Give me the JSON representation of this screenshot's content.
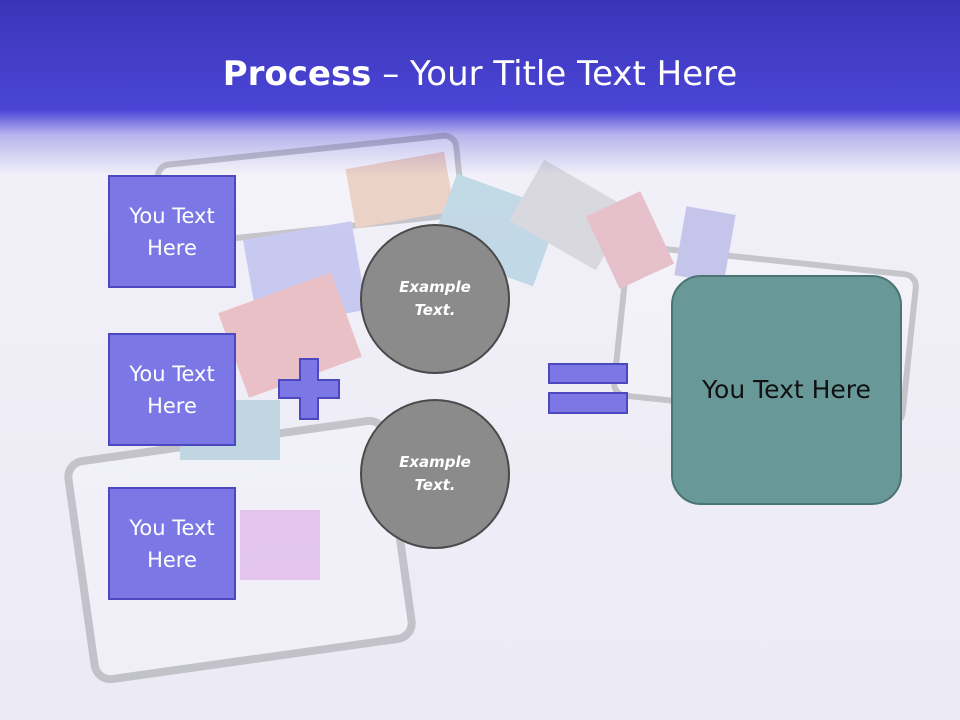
{
  "title": {
    "bold": "Process",
    "rest": " – Your Title Text Here"
  },
  "left_boxes": [
    "You Text Here",
    "You Text Here",
    "You Text Here"
  ],
  "circles": [
    "Example Text.",
    "Example Text."
  ],
  "result": "You Text Here",
  "colors": {
    "header": "#4b45d6",
    "text_box": "#7b78e6",
    "circle": "#8b8b8b",
    "result_box": "#689898",
    "operator": "#7b78e6"
  },
  "icons": {
    "operator_1": "plus-icon",
    "operator_2": "equals-icon"
  }
}
